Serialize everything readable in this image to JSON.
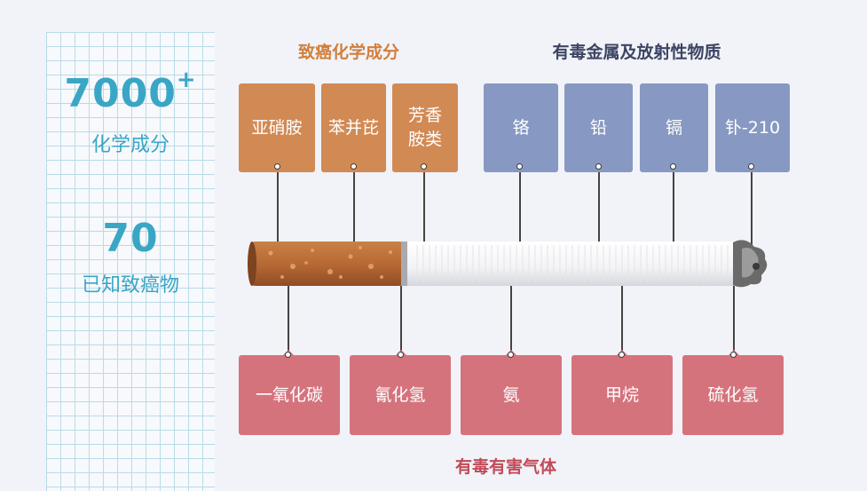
{
  "stats": {
    "chemicals_number": "7000",
    "chemicals_plus": "+",
    "chemicals_label": "化学成分",
    "carcinogens_number": "70",
    "carcinogens_label": "已知致癌物"
  },
  "carcinogens_title": "致癌化学成分",
  "carcinogens": [
    "亚硝胺",
    "苯并芘",
    "芳香胺类"
  ],
  "metals_title": "有毒金属及放射性物质",
  "metals": [
    "铬",
    "铅",
    "镉",
    "钋-210"
  ],
  "gases_title": "有毒有害气体",
  "gases": [
    "一氧化碳",
    "氰化氢",
    "氨",
    "甲烷",
    "硫化氢"
  ],
  "colors": {
    "accent_teal": "#3aa6c6",
    "carcinogen_orange": "#d28a55",
    "metal_blue": "#8798c2",
    "gas_red": "#d5737d",
    "title_orange": "#d27f3c",
    "title_navy": "#3e4563",
    "title_red": "#c24a58"
  },
  "icons": [
    "cigarette-illustration"
  ]
}
